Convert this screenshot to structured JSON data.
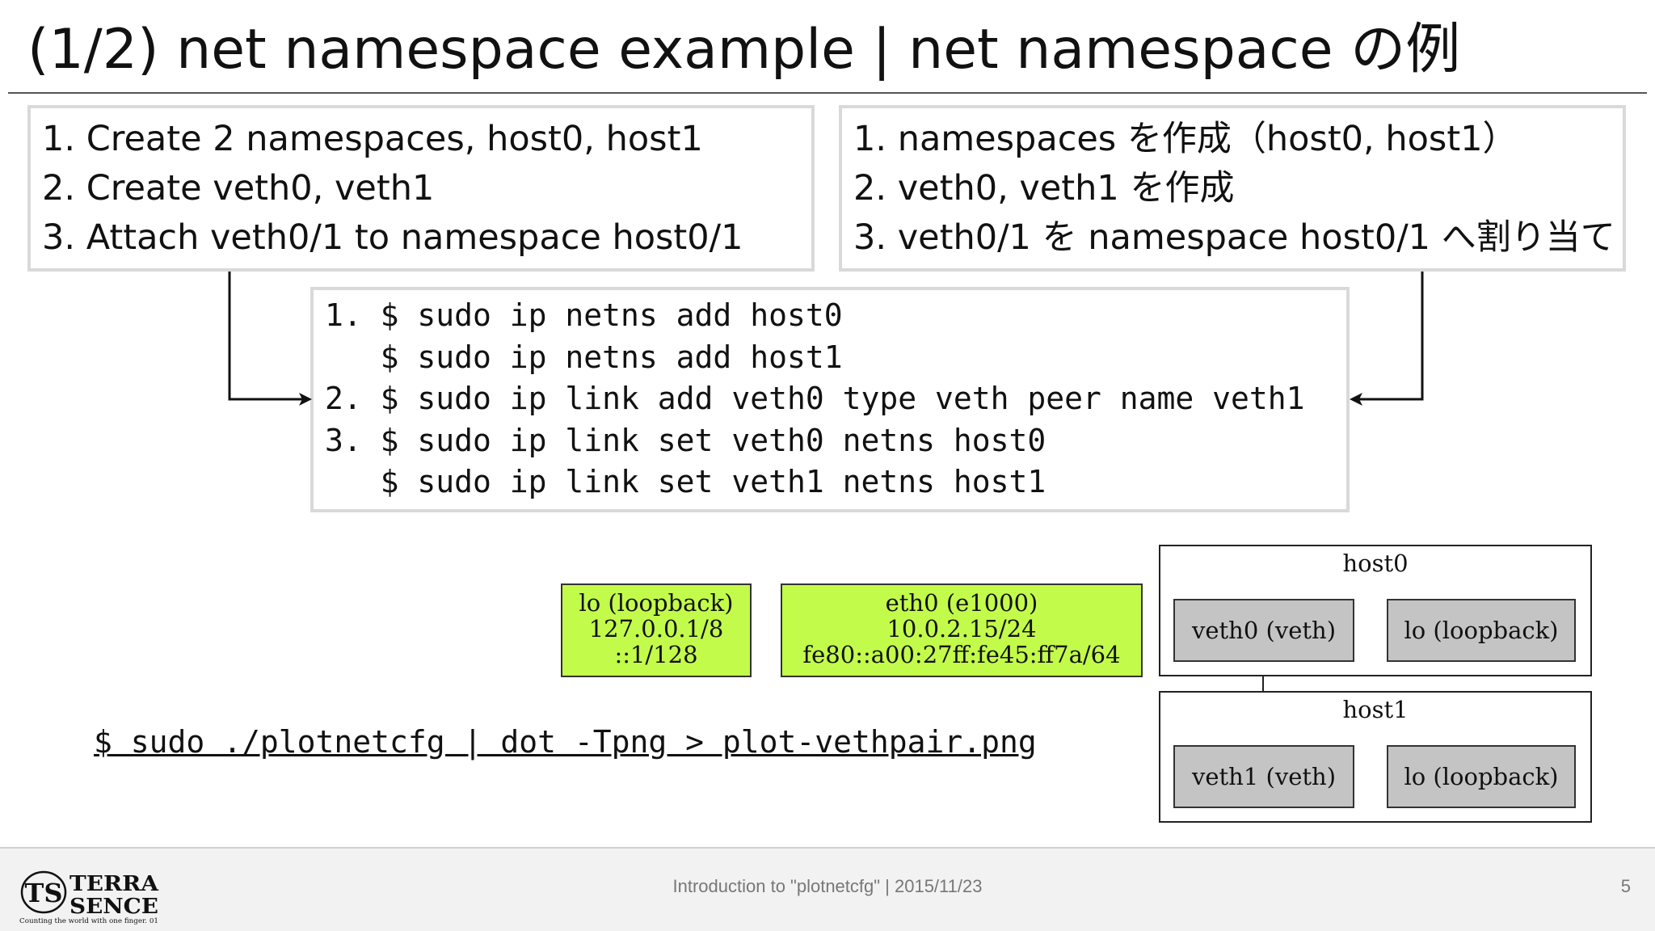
{
  "slide": {
    "title": "(1/2) net namespace example | net namespace の例"
  },
  "steps_en": [
    "1. Create 2 namespaces, host0, host1",
    "2. Create veth0, veth1",
    "3. Attach veth0/1 to namespace host0/1"
  ],
  "steps_ja": [
    "1. namespaces を作成（host0, host1）",
    "2. veth0, veth1 を作成",
    "3. veth0/1 を namespace host0/1 へ割り当て"
  ],
  "commands": [
    "1. $ sudo ip netns add host0",
    "   $ sudo ip netns add host1",
    "2. $ sudo ip link add veth0 type veth peer name veth1",
    "3. $ sudo ip link set veth0 netns host0",
    "   $ sudo ip link set veth1 netns host1"
  ],
  "graph": {
    "lo_node": [
      "lo (loopback)",
      "127.0.0.1/8",
      "::1/128"
    ],
    "eth0_node": [
      "eth0 (e1000)",
      "10.0.2.15/24",
      "fe80::a00:27ff:fe45:ff7a/64"
    ],
    "host0": {
      "label": "host0",
      "veth": "veth0 (veth)",
      "lo": "lo (loopback)"
    },
    "host1": {
      "label": "host1",
      "veth": "veth1 (veth)",
      "lo": "lo (loopback)"
    },
    "colors": {
      "interface_fill": "#c3fb4b",
      "namespace_interface_fill": "#c4c4c4"
    }
  },
  "plot_command": "$ sudo ./plotnetcfg | dot -Tpng > plot-vethpair.png",
  "footer": {
    "text": "Introduction to \"plotnetcfg\" | 2015/11/23",
    "page_number": "5",
    "logo_big": "TS",
    "logo_word1": "TERRA",
    "logo_word2": "SENCE",
    "logo_tagline": "Counting the world with one finger. 01"
  }
}
